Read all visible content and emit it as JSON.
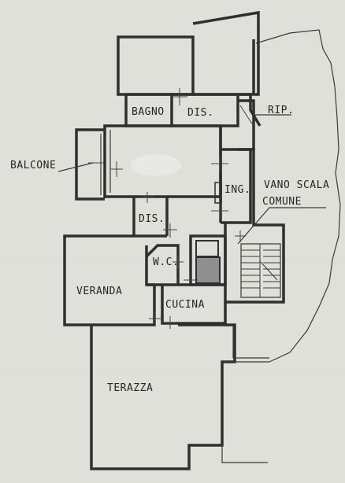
{
  "rooms": {
    "bagno": "BAGNO",
    "dis_top": "DIS.",
    "rip": "RIP.",
    "balcone": "BALCONE",
    "ing": "ING.",
    "vano_scala_line1": "VANO SCALA",
    "vano_scala_line2": "COMUNE",
    "dis_mid": "DIS.",
    "wc": "W.C.",
    "veranda": "VERANDA",
    "cucina": "CUCINA",
    "terazza": "TERAZZA"
  },
  "colors": {
    "paper": "#dfe0d9",
    "wall": "#2f2f2f",
    "fill_grey": "#8f8f8f"
  }
}
